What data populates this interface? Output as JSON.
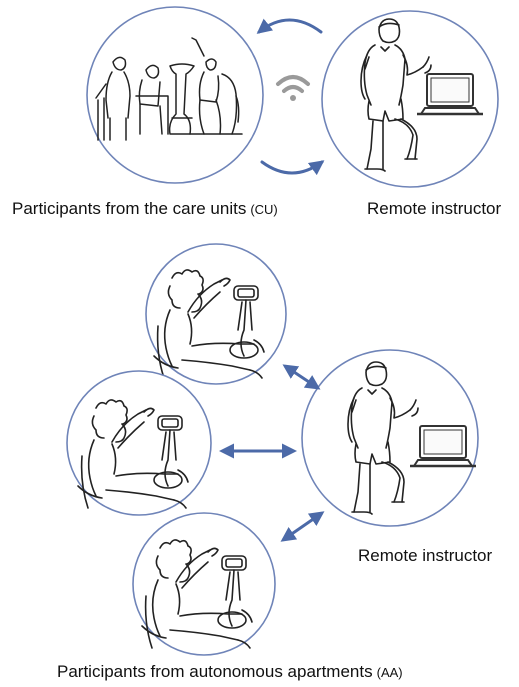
{
  "top": {
    "left_caption": "Participants from the care units",
    "left_caption_code": "(CU)",
    "right_caption": "Remote instructor"
  },
  "bottom": {
    "instructor_caption": "Remote instructor",
    "bottom_caption": "Participants from autonomous apartments",
    "bottom_caption_code": "(AA)"
  },
  "icons": [
    "wifi-icon",
    "laptop-icon",
    "cycling-participant-icon",
    "instructor-icon",
    "group-participants-icon"
  ],
  "colors": {
    "circle_stroke": "#6f84b8",
    "arrow": "#4c6aa8",
    "sketch": "#222222",
    "wifi": "#9a9a9a"
  }
}
